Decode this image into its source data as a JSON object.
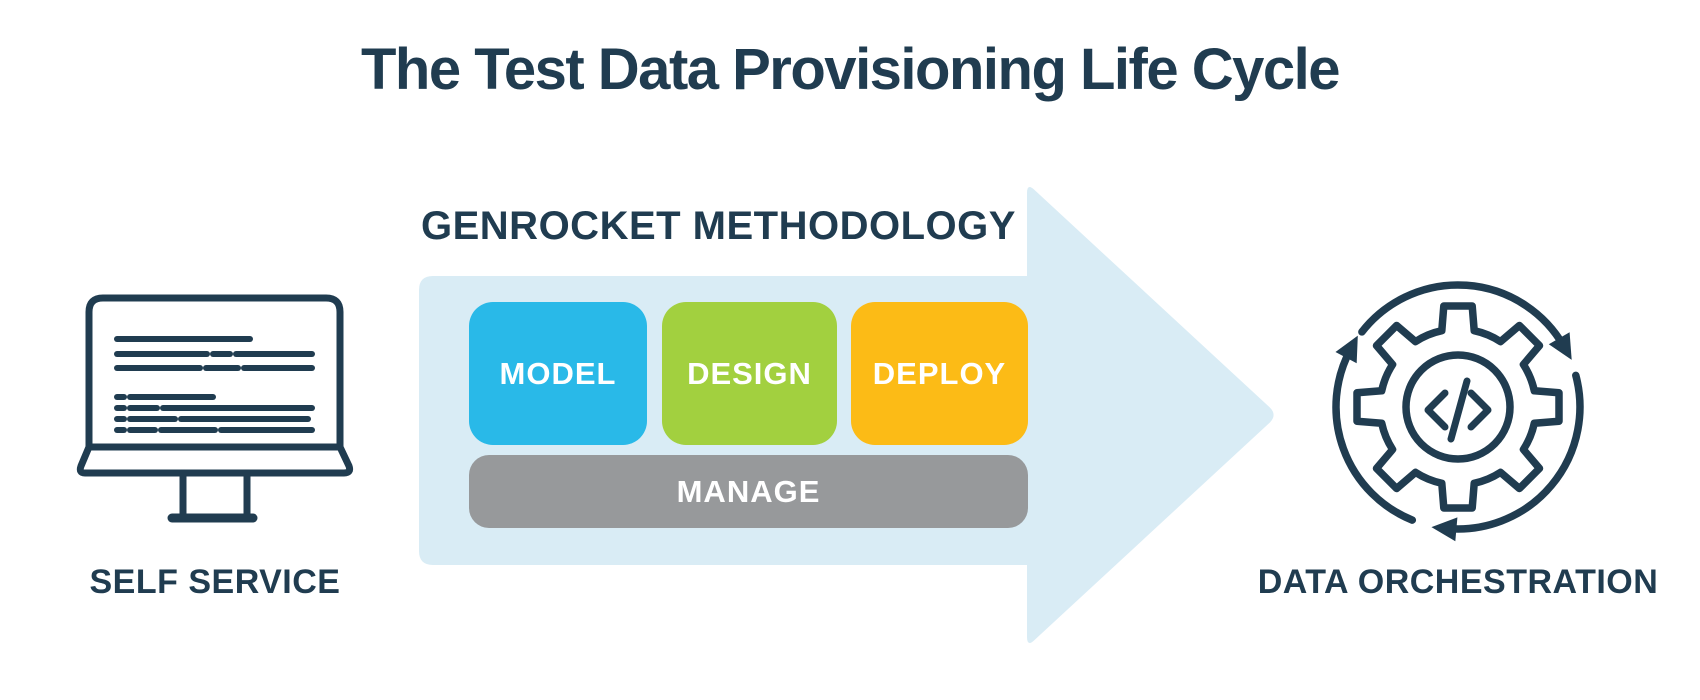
{
  "title": "The Test Data Provisioning Life Cycle",
  "methodology": {
    "label": "GENROCKET METHODOLOGY",
    "boxes": [
      {
        "label": "MODEL",
        "color": "#29b9e8"
      },
      {
        "label": "DESIGN",
        "color": "#a2d03f"
      },
      {
        "label": "DEPLOY",
        "color": "#fcbb16"
      }
    ],
    "manage": {
      "label": "MANAGE",
      "color": "#97999b"
    }
  },
  "left_item": {
    "caption": "SELF SERVICE",
    "icon": "monitor-code-icon"
  },
  "right_item": {
    "caption": "DATA ORCHESTRATION",
    "icon": "gear-code-cycle-icon"
  },
  "colors": {
    "navy": "#203c50",
    "arrow": "#d9ecf5",
    "white": "#ffffff",
    "background": "#ffffff"
  }
}
